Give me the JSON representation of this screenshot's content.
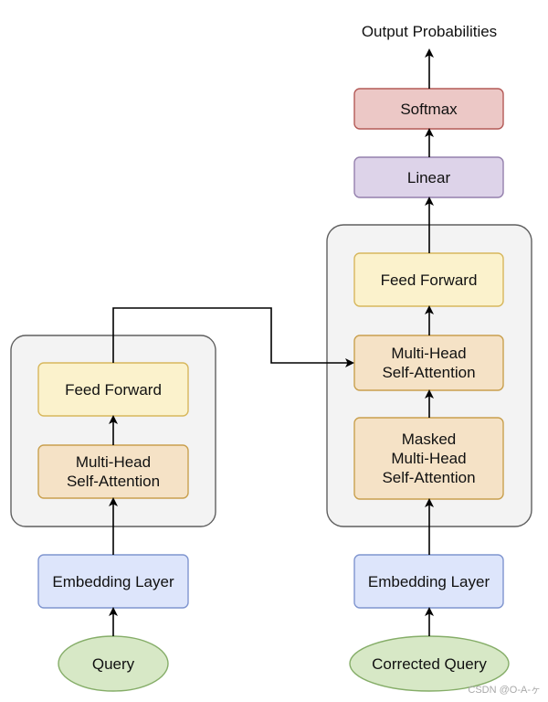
{
  "title": "Output Probabilities",
  "colors": {
    "container_fill": "#f3f3f3",
    "container_stroke": "#5f5f5f",
    "feed_forward_fill": "#fbf2cc",
    "feed_forward_stroke": "#d7b75c",
    "attention_fill": "#f5e2c6",
    "attention_stroke": "#c9a04e",
    "embedding_fill": "#dde5fb",
    "embedding_stroke": "#7f95cf",
    "input_fill": "#d7e8c6",
    "input_stroke": "#85ad68",
    "linear_fill": "#ddd3e9",
    "linear_stroke": "#9480ad",
    "softmax_fill": "#ecc8c6",
    "softmax_stroke": "#b45a57",
    "arrow": "#000000"
  },
  "encoder": {
    "input": "Query",
    "embedding": "Embedding Layer",
    "attention": "Multi-Head\nSelf-Attention",
    "feed_forward": "Feed Forward"
  },
  "decoder": {
    "input": "Corrected Query",
    "embedding": "Embedding Layer",
    "masked_attention": "Masked\nMulti-Head\nSelf-Attention",
    "attention": "Multi-Head\nSelf-Attention",
    "feed_forward": "Feed Forward",
    "linear": "Linear",
    "softmax": "Softmax"
  },
  "watermark": "CSDN @O-A-ヶ"
}
